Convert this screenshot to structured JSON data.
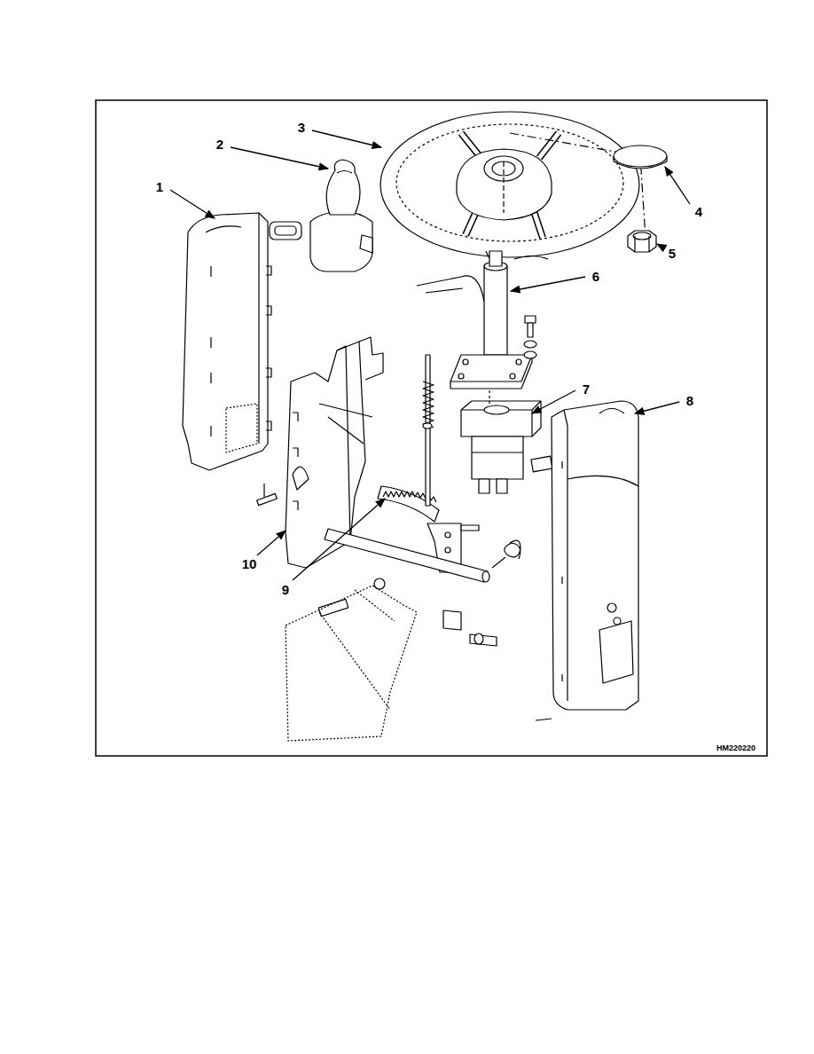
{
  "diagram": {
    "labels": [
      "1",
      "2",
      "3",
      "4",
      "5",
      "6",
      "7",
      "8",
      "9",
      "10",
      "HM220220"
    ]
  }
}
